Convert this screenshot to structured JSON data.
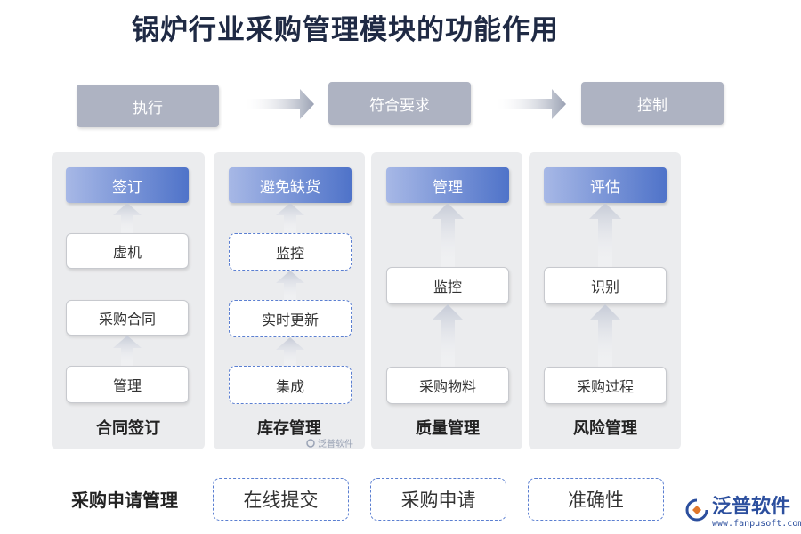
{
  "title": "锅炉行业采购管理模块的功能作用",
  "flow": [
    "执行",
    "符合要求",
    "控制"
  ],
  "panels": [
    {
      "head": "签订",
      "items": [
        "虚机",
        "采购合同",
        "管理"
      ],
      "label": "合同签订"
    },
    {
      "head": "避免缺货",
      "items": [
        "监控",
        "实时更新",
        "集成"
      ],
      "label": "库存管理"
    },
    {
      "head": "管理",
      "items": [
        "监控",
        "采购物料"
      ],
      "label": "质量管理"
    },
    {
      "head": "评估",
      "items": [
        "识别",
        "采购过程"
      ],
      "label": "风险管理"
    }
  ],
  "bottom": {
    "label": "采购申请管理",
    "items": [
      "在线提交",
      "采购申请",
      "准确性"
    ]
  },
  "watermark": "泛普软件",
  "logo": {
    "name": "泛普软件",
    "url": "www.fanpusoft.com"
  },
  "colors": {
    "gray_box": "#aeb3c2",
    "head_gradient_end": "#4f73c9",
    "dash": "#5b7fd1",
    "panel": "#ebecee"
  }
}
